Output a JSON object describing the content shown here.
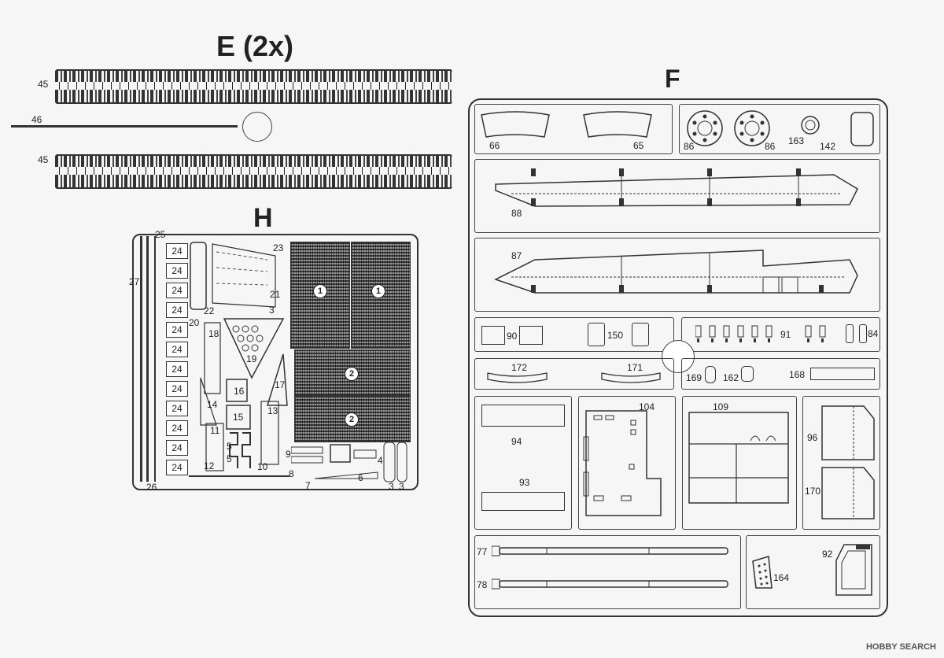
{
  "sprues": {
    "e": {
      "title": "E (2x)",
      "part_45a": "45",
      "part_46": "46",
      "part_45b": "45"
    },
    "h": {
      "title": "H",
      "parts": {
        "p25": "25",
        "p27": "27",
        "p26": "26",
        "p24": "24",
        "p22": "22",
        "p23": "23",
        "p21": "21",
        "p3a": "3",
        "p20": "20",
        "p18": "18",
        "p19": "19",
        "p16": "16",
        "p17": "17",
        "p14": "14",
        "p15": "15",
        "p13": "13",
        "p12": "12",
        "p11": "11",
        "p10": "10",
        "p5a": "5",
        "p5b": "5",
        "p9": "9",
        "p8": "8",
        "p4": "4",
        "p6": "6",
        "p7": "7",
        "p3b": "3",
        "p3c": "3",
        "p1a": "1",
        "p1b": "1",
        "p2a": "2",
        "p2b": "2"
      }
    },
    "f": {
      "title": "F",
      "parts": {
        "p66": "66",
        "p65": "65",
        "p86a": "86",
        "p86b": "86",
        "p163": "163",
        "p142": "142",
        "p88": "88",
        "p87": "87",
        "p90": "90",
        "p150": "150",
        "p91": "91",
        "p84": "84",
        "p172": "172",
        "p171": "171",
        "p169": "169",
        "p162": "162",
        "p168": "168",
        "p104": "104",
        "p109": "109",
        "p94": "94",
        "p93": "93",
        "p96": "96",
        "p170": "170",
        "p77": "77",
        "p78": "78",
        "p164": "164",
        "p92": "92"
      }
    }
  },
  "watermark": "HOBBY SEARCH"
}
